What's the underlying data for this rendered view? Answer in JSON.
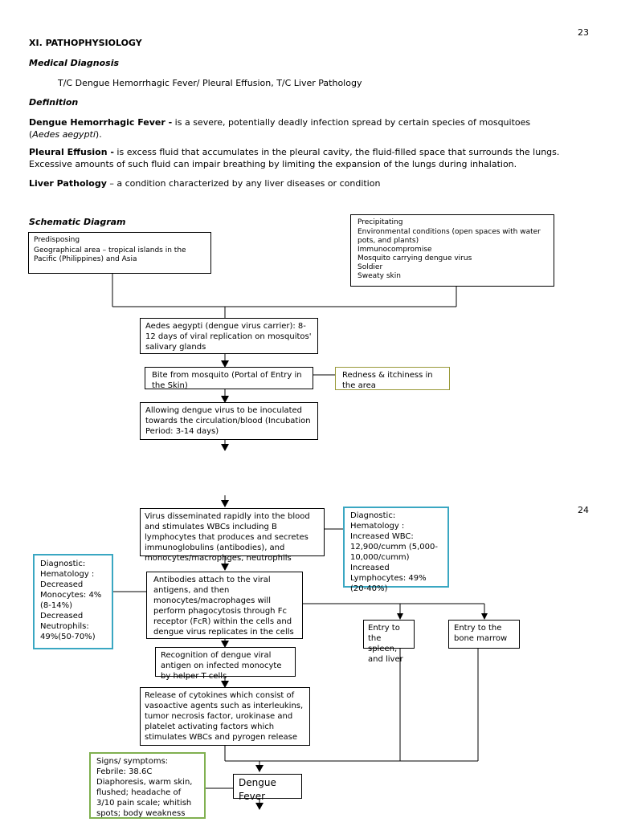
{
  "page_numbers": [
    "23",
    "24"
  ],
  "section_title": "XI. PATHOPHYSIOLOGY",
  "medical_diagnosis": {
    "heading": "Medical Diagnosis",
    "text": "T/C Dengue Hemorrhagic Fever/ Pleural Effusion, T/C Liver Pathology"
  },
  "definition": {
    "heading": "Definition",
    "items": [
      {
        "term": "Dengue Hemorrhagic Fever  -",
        "text": " is a severe, potentially deadly infection spread by certain species of mosquitoes (",
        "italic": "Aedes aegypti",
        "end": ")."
      },
      {
        "term": "Pleural Effusion -",
        "text": " is excess fluid that accumulates in the pleural cavity, the fluid-filled space that surrounds the lungs. Excessive amounts of such fluid can impair breathing by limiting the expansion of the lungs during inhalation."
      },
      {
        "term": "Liver Pathology",
        "text": " – a condition characterized by any liver diseases or condition"
      }
    ]
  },
  "schematic_heading": "Schematic Diagram",
  "boxes": {
    "predisposing_title": "Predisposing",
    "predisposing_text": "Geographical area – tropical islands in the Pacific (Philippines) and Asia",
    "precipitating_title": "Precipitating",
    "precipitating_lines": [
      "Environmental conditions (open spaces with water pots, and plants)",
      "Immunocompromise",
      "Mosquito carrying dengue virus",
      "Soldier",
      "Sweaty skin"
    ],
    "aedes": "Aedes aegypti (dengue virus carrier): 8-12 days of viral replication on mosquitos' salivary glands",
    "bite": "Bite from mosquito (Portal of Entry in the Skin)",
    "redness": "Redness & itchiness in the area",
    "allowing": "Allowing dengue virus to be inoculated towards the circulation/blood (Incubation Period: 3-14 days)",
    "virus": "Virus disseminated rapidly into the blood and stimulates WBCs including B lymphocytes that produces and secretes immunoglobulins (antibodies), and monocytes/macrophges, neutrophils",
    "diag_right": "Diagnostic: Hematology : Increased WBC: 12,900/cumm (5,000- 10,000/cumm) Increased Lymphocytes: 49% (20-40%)",
    "diag_left": "Diagnostic: Hematology : Decreased Monocytes: 4%(8-14%) Decreased Neutrophils: 49%(50-70%)",
    "antibodies": "Antibodies attach to the viral antigens, and then monocytes/macrophages will perform phagocytosis through Fc receptor (FcR) within the cells and dengue virus replicates in the cells",
    "spleen": "Entry to the spleen, and liver",
    "marrow": "Entry to the bone marrow",
    "recognition": "Recognition of dengue viral antigen on infected monocyte by helper T cells",
    "release": "Release of cytokines which consist of vasoactive agents such as interleukins, tumor necrosis factor, urokinase and platelet activating factors which stimulates WBCs and pyrogen release",
    "signs": "Signs/ symptoms: Febrile: 38.6C Diaphoresis, warm skin, flushed; headache of 3/10 pain scale; whitish spots; body weakness",
    "dengue": "Dengue Fever"
  },
  "colors": {
    "yellow_border": "#9a9a3a",
    "cyan_border": "#3aa7c2",
    "green_border": "#80b050"
  }
}
